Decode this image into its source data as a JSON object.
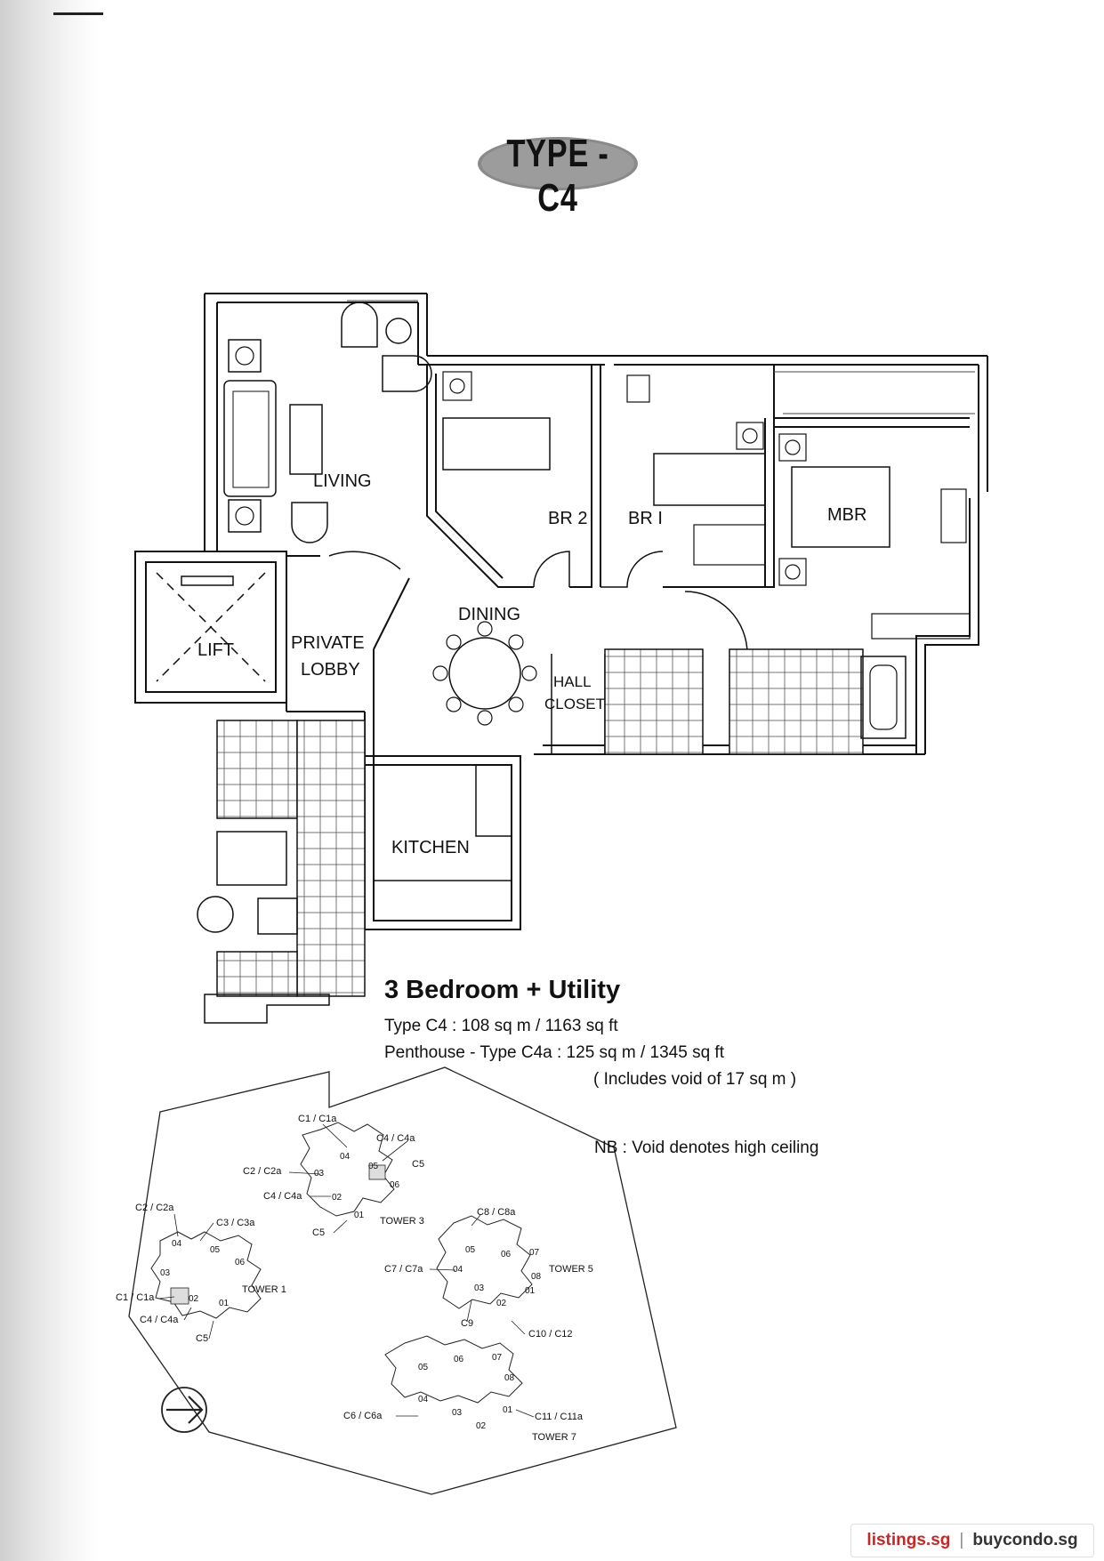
{
  "title": "TYPE - C4",
  "rooms": {
    "living": "LIVING",
    "br2": "BR 2",
    "br1": "BR I",
    "mbr": "MBR",
    "dining": "DINING",
    "lift": "LIFT",
    "private_lobby_1": "PRIVATE",
    "private_lobby_2": "LOBBY",
    "hall_closet_1": "HALL",
    "hall_closet_2": "CLOSET",
    "kitchen": "KITCHEN"
  },
  "info": {
    "heading": "3 Bedroom + Utility",
    "line1": "Type C4 : 108 sq m / 1163 sq ft",
    "line2": "Penthouse - Type C4a : 125 sq m / 1345 sq ft",
    "line3": "( Includes void of 17 sq m )",
    "note": "NB : Void denotes high ceiling"
  },
  "site_plan": {
    "labels": [
      "C1 / C1a",
      "C4 / C4a",
      "C2 / C2a",
      "C5",
      "C4 / C4a",
      "C5",
      "TOWER 3",
      "C2 / C2a",
      "C3 / C3a",
      "TOWER 1",
      "C1 / C1a",
      "C4 / C4a",
      "C5",
      "C8 / C8a",
      "C7 / C7a",
      "TOWER 5",
      "C9",
      "C10 / C12",
      "C6 / C6a",
      "C11 / C11a",
      "TOWER 7"
    ],
    "units": [
      "04",
      "05",
      "03",
      "06",
      "02",
      "01",
      "04",
      "05",
      "06",
      "03",
      "02",
      "01",
      "05",
      "06",
      "07",
      "04",
      "08",
      "03",
      "01",
      "02",
      "06",
      "07",
      "05",
      "08",
      "04",
      "03",
      "01",
      "02"
    ]
  },
  "footer": {
    "site_a": "listings.sg",
    "separator": "|",
    "site_b": "buycondo.sg"
  }
}
